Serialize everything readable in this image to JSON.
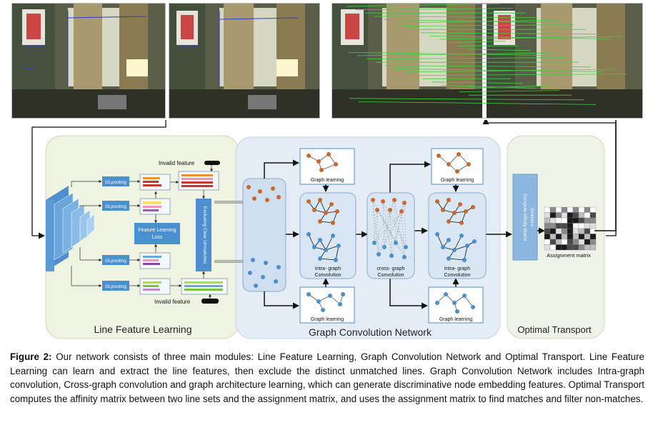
{
  "modules": {
    "line_feature_learning": "Line Feature Learning",
    "graph_convolution_network": "Graph Convolution Network",
    "optimal_transport": "Optimal Transport"
  },
  "lfl": {
    "invalid_feature_top": "Invalid feature",
    "invalid_feature_bottom": "Invalid feature",
    "glpooling": [
      "GLpooling",
      "GLpooling",
      "GLpooling",
      "GLpooling"
    ],
    "feature_learning_loss": [
      "Feature Learning",
      "Loss"
    ],
    "excluding_clear_unmatches": "Excluding Clear Unmatches"
  },
  "gcn": {
    "graph_learning": [
      "Graph learning",
      "Graph learning",
      "Graph learning",
      "Graph learning"
    ],
    "intra_graph": [
      "Intra- graph",
      "Convolution"
    ],
    "intra_graph_2": [
      "Intra- graph",
      "Convolution"
    ],
    "cross_graph": [
      "cross- graph",
      "Convolution"
    ]
  },
  "ot": {
    "affinity": [
      "Compute Affinity Matrix",
      "Sinkhorn"
    ],
    "assignment_matrix": "Assignment matrix"
  },
  "caption": {
    "label": "Figure 2:",
    "text": "Our network consists of three main modules: Line Feature Learning, Graph Convolution Network and Optimal Transport. Line Feature Learning can learn and extract the line features, then exclude the distinct unmatched lines. Graph Convolution Network includes Intra-graph convolution, Cross-graph convolution and graph architecture learning, which can generate discriminative node embedding features. Optimal Transport computes the affinity matrix between two line sets and the assignment matrix, and uses the assignment matrix to find matches and filter non-matches."
  },
  "colors": {
    "lfl_bg": "#eef3e2",
    "gcn_bg": "#e4ecf6",
    "ot_bg": "#eef3e8",
    "node_orange": "#c8682a",
    "node_blue": "#4a8fd0",
    "backbone_blue": "#5b9bd5",
    "match_line": "#3fd13f",
    "photo_line": "#2b3ecf"
  }
}
